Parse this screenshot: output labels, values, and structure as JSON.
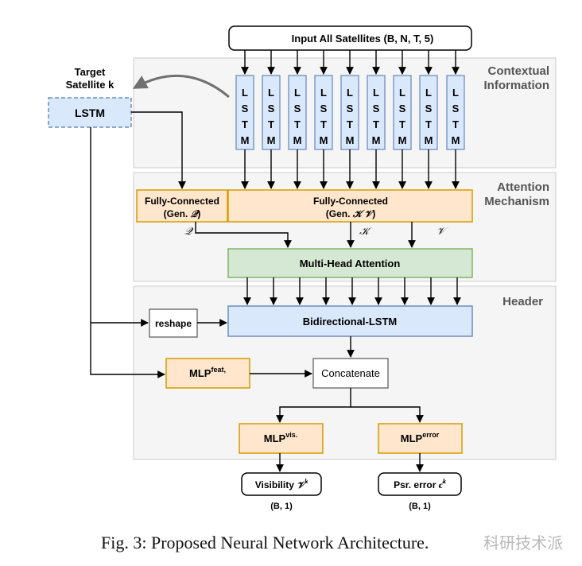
{
  "input_label": "Input All Satellites (B, N, T, 5)",
  "sections": {
    "contextual": [
      "Contextual",
      "Information"
    ],
    "attention": [
      "Attention",
      "Mechanism"
    ],
    "header": "Header"
  },
  "target": {
    "title": [
      "Target",
      "Satellite k"
    ],
    "lstm": "LSTM"
  },
  "lstm_letters": [
    "L",
    "S",
    "T",
    "M"
  ],
  "fc_q": {
    "line1": "Fully-Connected",
    "line2_prefix": "(Gen. ",
    "sym": "𝒬",
    "line2_suffix": ")"
  },
  "fc_kv": {
    "line1": "Fully-Connected",
    "line2_prefix": "(Gen. ",
    "sym_k": "𝒦",
    "sym_v": "𝒱",
    "line2_suffix": ")"
  },
  "sym_labels": {
    "q": "𝒬",
    "k": "𝒦",
    "v": "𝒱"
  },
  "mha": "Multi-Head Attention",
  "reshape": "reshape",
  "bilstm": "Bidirectional-LSTM",
  "mlp_feat": {
    "base": "MLP",
    "sup": "feat,"
  },
  "concat": "Concatenate",
  "mlp_vis": {
    "base": "MLP",
    "sup": "vis."
  },
  "mlp_err": {
    "base": "MLP",
    "sup": "error"
  },
  "out_vis": {
    "text": "Visibility ",
    "sym": "𝒱",
    "sup": "k",
    "shape": "(B, 1)"
  },
  "out_err": {
    "text": "Psr. error ",
    "sym": "ϵ̂",
    "sup": "k",
    "shape": "(B, 1)"
  },
  "caption": "Fig. 3: Proposed Neural Network Architecture.",
  "watermark": "科研技术派",
  "colors": {
    "lstm_fill": "#dae8fc",
    "lstm_stroke": "#6c8ebf",
    "fc_fill": "#ffe6cc",
    "fc_stroke": "#d79b00",
    "mha_fill": "#d5e8d4",
    "mha_stroke": "#82b366",
    "section_fill": "#f5f5f5",
    "section_stroke": "#cccccc"
  }
}
